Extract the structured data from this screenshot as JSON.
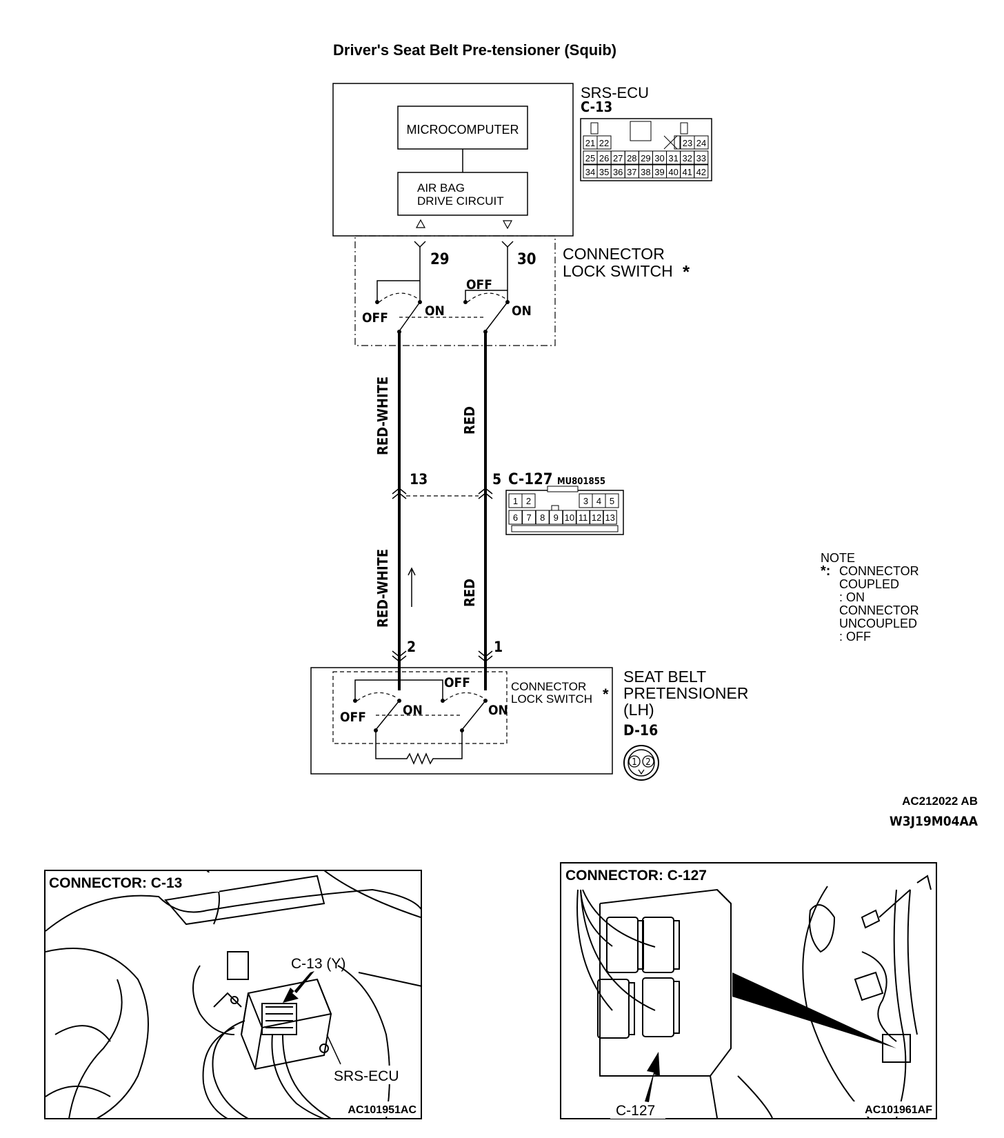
{
  "title": "Driver's Seat Belt Pre-tensioner (Squib)",
  "srs_ecu": {
    "name": "SRS-ECU",
    "connector": "C-13",
    "micro_label": "MICROCOMPUTER",
    "airbag_line1": "AIR BAG",
    "airbag_line2": "DRIVE CIRCUIT",
    "pins_row1": [
      "21",
      "22",
      "23",
      "24"
    ],
    "pins_row2": [
      "25",
      "26",
      "27",
      "28",
      "29",
      "30",
      "31",
      "32",
      "33"
    ],
    "pins_row3": [
      "34",
      "35",
      "36",
      "37",
      "38",
      "39",
      "40",
      "41",
      "42"
    ]
  },
  "switch_top": {
    "label_line1": "CONNECTOR",
    "label_line2": "LOCK SWITCH",
    "star": "*",
    "pin_left": "29",
    "pin_right": "30",
    "off": "OFF",
    "on": "ON"
  },
  "wires": {
    "left_color": "RED-WHITE",
    "right_color": "RED"
  },
  "c127": {
    "connector": "C-127",
    "part": "MU801855",
    "pin_left": "13",
    "pin_right": "5",
    "row1_left": [
      "1",
      "2"
    ],
    "row1_right": [
      "3",
      "4",
      "5"
    ],
    "row2": [
      "6",
      "7",
      "8",
      "9",
      "10",
      "11",
      "12",
      "13"
    ]
  },
  "pretensioner": {
    "label_line1": "SEAT BELT",
    "label_line2": "PRETENSIONER",
    "label_line3": "(LH)",
    "connector": "D-16",
    "pin_left": "2",
    "pin_right": "1",
    "switch_line1": "CONNECTOR",
    "switch_line2": "LOCK SWITCH",
    "star": "*",
    "off": "OFF",
    "on": "ON",
    "icon_pins": [
      "1",
      "2"
    ]
  },
  "note": {
    "heading": "NOTE",
    "star": "*:",
    "line1": "CONNECTOR",
    "line2": "COUPLED",
    "line3": ": ON",
    "line4": "CONNECTOR",
    "line5": "UNCOUPLED",
    "line6": ": OFF"
  },
  "codes": {
    "code1": "AC212022 AB",
    "code2": "W3J19M04AA"
  },
  "photo_left": {
    "title": "CONNECTOR: C-13",
    "callout1": "C-13 (Y)",
    "callout2": "SRS-ECU",
    "code": "AC101951AC"
  },
  "photo_right": {
    "title": "CONNECTOR: C-127",
    "callout": "C-127",
    "code": "AC101961AF"
  }
}
